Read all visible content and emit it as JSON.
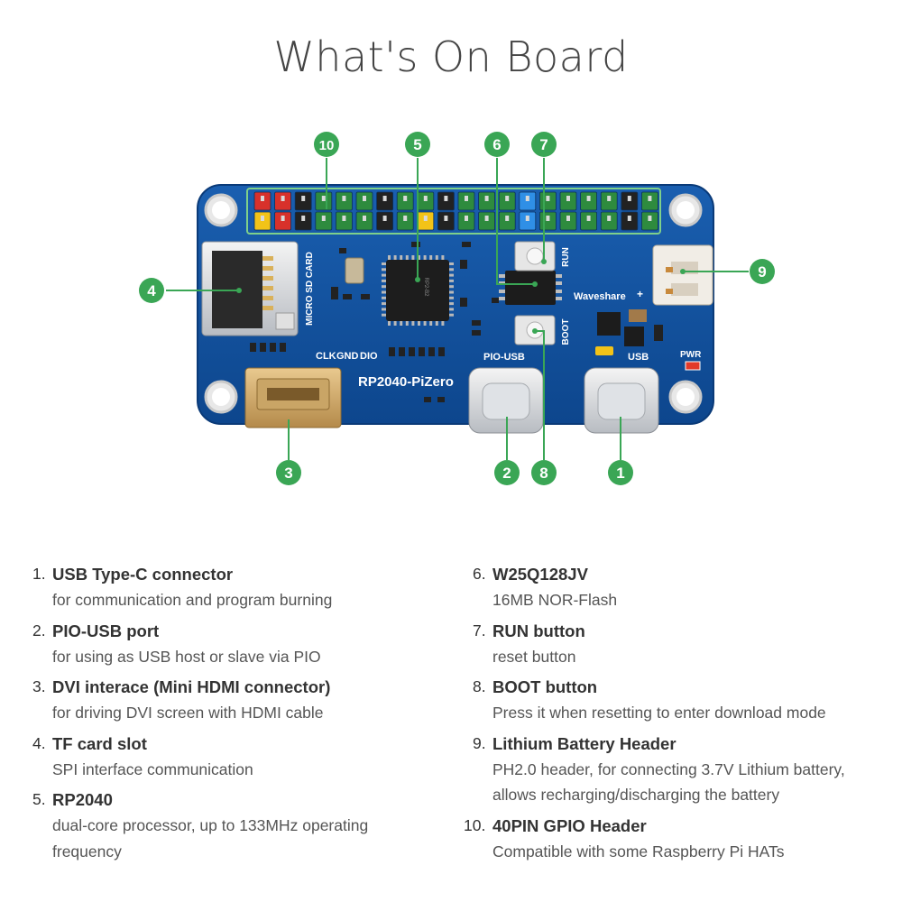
{
  "page": {
    "title": "What's On Board"
  },
  "board": {
    "name": "RP2040-PiZero",
    "silkscreen": {
      "micro_sd": "MICRO SD CARD",
      "clk": "CLK",
      "gnd": "GND",
      "dio": "DIO",
      "run": "RUN",
      "boot": "BOOT",
      "pio_usb": "PIO-USB",
      "usb": "USB",
      "pwr": "PWR",
      "brand": "Waveshare",
      "plus": "+"
    }
  },
  "callouts": [
    "1",
    "2",
    "3",
    "4",
    "5",
    "6",
    "7",
    "8",
    "9",
    "10"
  ],
  "features_left": [
    {
      "num": "1.",
      "name": "USB Type-C connector",
      "desc": [
        "for communication and program burning"
      ]
    },
    {
      "num": "2.",
      "name": "PIO-USB port",
      "desc": [
        "for using as USB host or slave via PIO"
      ]
    },
    {
      "num": "3.",
      "name": "DVI interace (Mini HDMI connector)",
      "desc": [
        "for driving DVI screen with HDMI cable"
      ]
    },
    {
      "num": "4.",
      "name": "TF card slot",
      "desc": [
        "SPI interface communication"
      ]
    },
    {
      "num": "5.",
      "name": "RP2040",
      "desc": [
        "dual-core processor, up to 133MHz operating",
        "frequency"
      ]
    }
  ],
  "features_right": [
    {
      "num": "6.",
      "name": "W25Q128JV",
      "desc": [
        "16MB NOR-Flash"
      ]
    },
    {
      "num": "7.",
      "name": "RUN button",
      "desc": [
        "reset button"
      ]
    },
    {
      "num": "8.",
      "name": "BOOT button",
      "desc": [
        "Press it when resetting to enter download mode"
      ]
    },
    {
      "num": "9.",
      "name": "Lithium Battery Header",
      "desc": [
        "PH2.0 header, for connecting 3.7V Lithium battery,",
        "allows recharging/discharging the battery"
      ]
    },
    {
      "num": "10.",
      "name": "40PIN GPIO Header",
      "desc": [
        "Compatible with some Raspberry Pi HATs"
      ]
    }
  ],
  "colors": {
    "accent": "#3aa655",
    "board": "#0f4f9c",
    "pin_green": "#2e8b3e",
    "pin_red": "#d8312b",
    "pin_yellow": "#f2c318",
    "pin_blue": "#2f8fe6"
  }
}
